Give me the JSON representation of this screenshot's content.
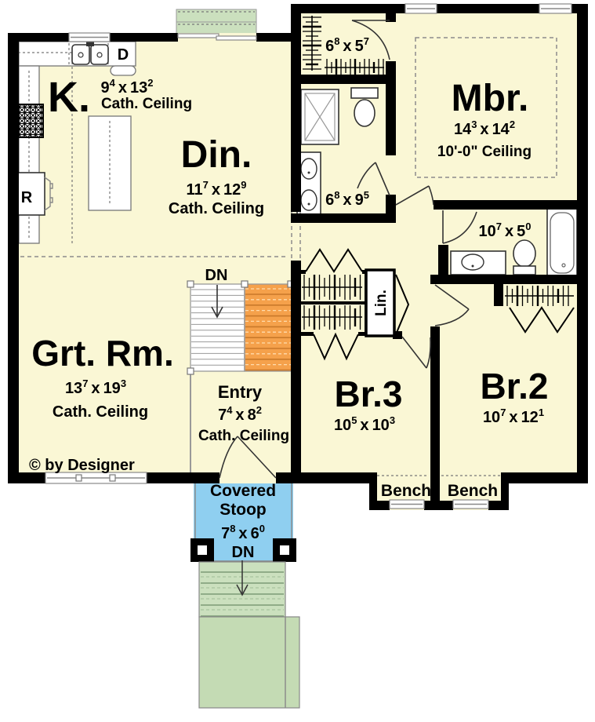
{
  "colors": {
    "floor": "#FAF7D5",
    "wall": "#000000",
    "stoop_blue": "#8FCFF0",
    "deck_green": "#CBE0BE",
    "landing_green": "#C4DBB4",
    "stair_orange": "#F5A14B"
  },
  "rooms": {
    "kitchen": {
      "label": "K.",
      "dim": {
        "a": "9",
        "as": "4",
        "b": "13",
        "bs": "2"
      },
      "ceiling": "Cath. Ceiling"
    },
    "dining": {
      "label": "Din.",
      "dim": {
        "a": "11",
        "as": "7",
        "b": "12",
        "bs": "9"
      },
      "ceiling": "Cath. Ceiling"
    },
    "great_room": {
      "label": "Grt. Rm.",
      "dim": {
        "a": "13",
        "as": "7",
        "b": "19",
        "bs": "3"
      },
      "ceiling": "Cath. Ceiling"
    },
    "entry": {
      "label": "Entry",
      "dim": {
        "a": "7",
        "as": "4",
        "b": "8",
        "bs": "2"
      },
      "ceiling": "Cath. Ceiling"
    },
    "master_bedroom": {
      "label": "Mbr.",
      "dim": {
        "a": "14",
        "as": "3",
        "b": "14",
        "bs": "2"
      },
      "ceiling": "10'-0\" Ceiling"
    },
    "master_closet": {
      "dim": {
        "a": "6",
        "as": "8",
        "b": "5",
        "bs": "7"
      }
    },
    "master_bath": {
      "dim": {
        "a": "6",
        "as": "8",
        "b": "9",
        "bs": "5"
      }
    },
    "hall_bath": {
      "dim": {
        "a": "10",
        "as": "7",
        "b": "5",
        "bs": "0"
      }
    },
    "bedroom3": {
      "label": "Br.3",
      "dim": {
        "a": "10",
        "as": "5",
        "b": "10",
        "bs": "3"
      }
    },
    "bedroom2": {
      "label": "Br.2",
      "dim": {
        "a": "10",
        "as": "7",
        "b": "12",
        "bs": "1"
      }
    },
    "linen": {
      "label": "Lin."
    },
    "stoop": {
      "label_line1": "Covered",
      "label_line2": "Stoop",
      "dim": {
        "a": "7",
        "as": "8",
        "b": "6",
        "bs": "0"
      },
      "down_label": "DN"
    }
  },
  "labels": {
    "stairs_down": "DN",
    "bench_left": "Bench",
    "bench_right": "Bench",
    "dishwasher": "D",
    "refrigerator": "R",
    "copyright": "© by Designer",
    "dim_separator": "x"
  }
}
